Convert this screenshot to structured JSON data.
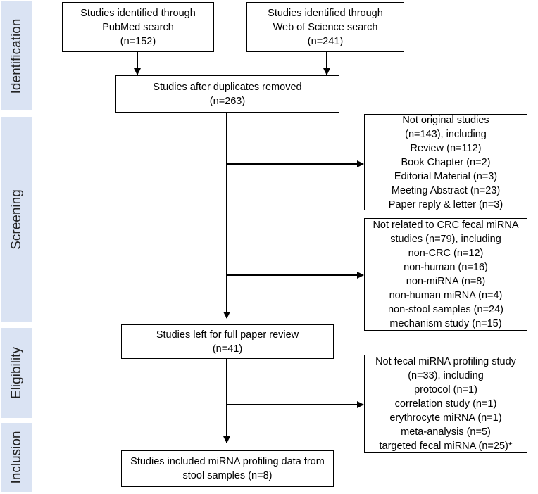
{
  "phases": [
    "Identification",
    "Screening",
    "Eligibility",
    "Inclusion"
  ],
  "boxes": {
    "pubmed": [
      "Studies identified through",
      "PubMed search",
      "(n=152)"
    ],
    "wos": [
      "Studies identified through",
      "Web of Science search",
      "(n=241)"
    ],
    "dedup": [
      "Studies after duplicates removed",
      "(n=263)"
    ],
    "not_original": [
      "Not original studies",
      "(n=143), including",
      "Review (n=112)",
      "Book Chapter (n=2)",
      "Editorial Material (n=3)",
      "Meeting Abstract (n=23)",
      "Paper reply & letter (n=3)"
    ],
    "not_related": [
      "Not related to CRC fecal miRNA",
      "studies (n=79), including",
      "non-CRC (n=12)",
      "non-human (n=16)",
      "non-miRNA (n=8)",
      "non-human miRNA (n=4)",
      "non-stool samples (n=24)",
      "mechanism study (n=15)"
    ],
    "full_review": [
      "Studies left for full paper review",
      "(n=41)"
    ],
    "not_profiling": [
      "Not fecal miRNA profiling study",
      "(n=33), including",
      "protocol (n=1)",
      "correlation study (n=1)",
      "erythrocyte miRNA (n=1)",
      "meta-analysis (n=5)",
      "targeted fecal miRNA (n=25)*"
    ],
    "included": [
      "Studies included miRNA profiling data from",
      "stool samples (n=8)"
    ]
  },
  "colors": {
    "phase_bg": "#dae3f3",
    "border": "#000000"
  }
}
